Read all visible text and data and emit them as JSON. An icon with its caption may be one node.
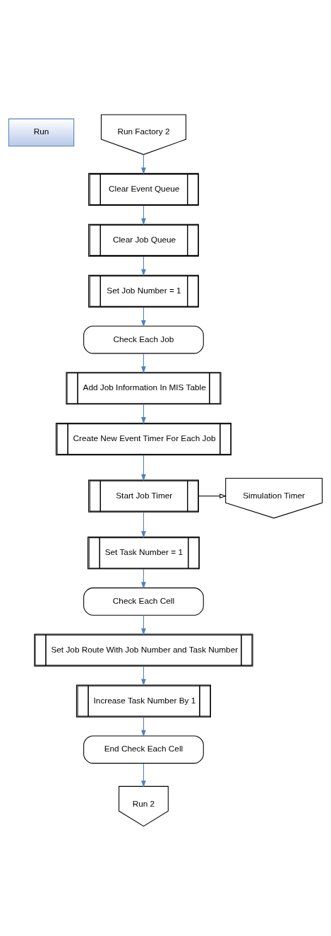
{
  "diagram": {
    "nodes": [
      {
        "text": [
          "Run"
        ]
      },
      {
        "text": [
          "Run Factory 2"
        ]
      },
      {
        "text": [
          "Clear Event Queue"
        ]
      },
      {
        "text": [
          "Clear Job Queue"
        ]
      },
      {
        "text": [
          "Set Job Number = 1"
        ]
      },
      {
        "text": [
          "Check Each Job"
        ]
      },
      {
        "text": [
          "Add Job Information In MIS Table"
        ]
      },
      {
        "text": [
          "Create New Event Timer For Each Job"
        ]
      },
      {
        "text": [
          "Start Job Timer"
        ]
      },
      {
        "text": [
          "Simulation Timer"
        ]
      },
      {
        "text": [
          "Set Task Number = 1"
        ]
      },
      {
        "text": [
          "Check Each Cell"
        ]
      },
      {
        "text": [
          "Set Job Route With Job Number and Task Number"
        ]
      },
      {
        "text": [
          "Increase Task Number By 1"
        ]
      },
      {
        "text": [
          "End Check Each Cell"
        ]
      },
      {
        "text": [
          "Run 2"
        ]
      }
    ],
    "edges": [
      {
        "from": 1,
        "to": 2,
        "arrow": "to"
      },
      {
        "from": 2,
        "to": 3,
        "arrow": "to"
      },
      {
        "from": 3,
        "to": 4,
        "arrow": "to"
      },
      {
        "from": 4,
        "to": 5,
        "arrow": "to"
      },
      {
        "from": 5,
        "to": 6,
        "arrow": "to"
      },
      {
        "from": 6,
        "to": 7,
        "arrow": "to"
      },
      {
        "from": 7,
        "to": 8,
        "arrow": "to"
      },
      {
        "from": 8,
        "to": 9,
        "arrow": "to",
        "color": "#000000"
      },
      {
        "from": 8,
        "to": 10,
        "arrow": "to"
      },
      {
        "from": 10,
        "to": 11,
        "arrow": "to"
      },
      {
        "from": 11,
        "to": 12,
        "arrow": "to"
      },
      {
        "from": 12,
        "to": 13,
        "arrow": "to"
      },
      {
        "from": 13,
        "to": 14,
        "arrow": "to"
      },
      {
        "from": 14,
        "to": 15,
        "arrow": "to"
      }
    ]
  }
}
